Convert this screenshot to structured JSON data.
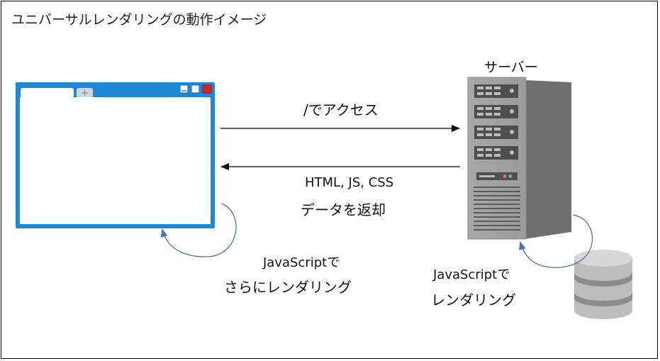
{
  "title": "ユニバーサルレンダリングの動作イメージ",
  "server": {
    "label": "サーバー"
  },
  "request": {
    "label": "/でアクセス"
  },
  "response": {
    "line1": "HTML, JS, CSS",
    "line2": "データを返却"
  },
  "client_rendering": {
    "line1": "JavaScriptで",
    "line2": "さらにレンダリング"
  },
  "server_rendering": {
    "line1": "JavaScriptで",
    "line2": "レンダリング"
  },
  "icons": {
    "browser": "browser-window-icon",
    "server": "server-tower-icon",
    "database": "database-icon"
  },
  "colors": {
    "browser_blue": "#1e88d6",
    "loop_arrow": "#4a72b0",
    "server_gray": "#8a8a8a",
    "browser_close": "#e02020"
  }
}
